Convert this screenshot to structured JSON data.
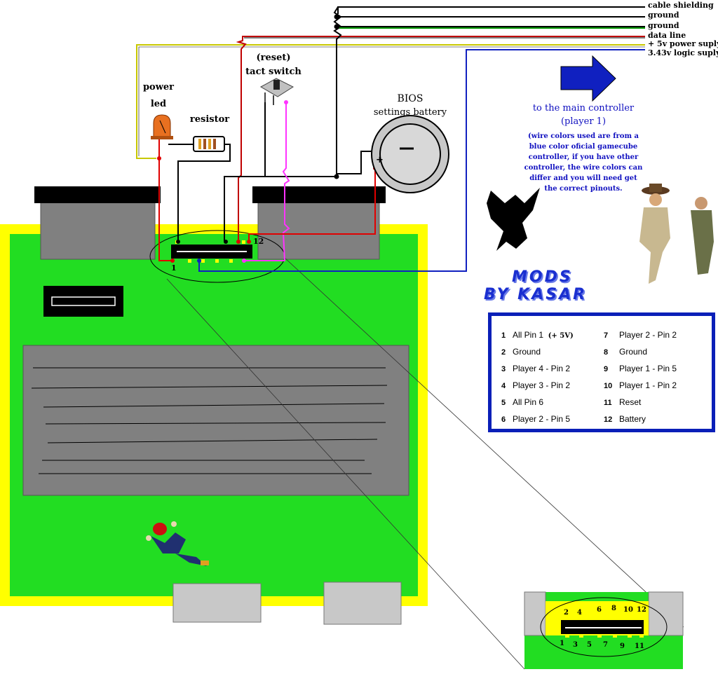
{
  "wires": [
    {
      "label": "cable shielding",
      "color": "#000000"
    },
    {
      "label": "ground",
      "color": "#000000"
    },
    {
      "label": "ground",
      "color": "#009a00"
    },
    {
      "label": "data line",
      "color": "#c00000"
    },
    {
      "label": "+ 5v power suply",
      "color": "#c8c800"
    },
    {
      "label": "3.43v logic suply",
      "color": "#1020c0"
    }
  ],
  "components": {
    "power_led_line1": "power",
    "power_led_line2": "led",
    "resistor": "resistor",
    "reset_line1": "(reset)",
    "reset_line2": "tact switch",
    "battery_line1": "BIOS",
    "battery_line2": "settings battery"
  },
  "connector_marks": {
    "first": "1",
    "last": "12"
  },
  "controller_note": {
    "title_line1": "to the main controller",
    "title_line2": "(player 1)",
    "body": [
      "(wire colors used are from a",
      "blue color oficial gamecube",
      "controller, if you have other",
      "controller, the wire colors can",
      "differ and you will need get",
      "the correct pinouts."
    ]
  },
  "brand": {
    "line1": "MODS",
    "line2": "BY KASAR"
  },
  "pinout_table": {
    "left": [
      {
        "pin": "1",
        "desc": "All Pin 1",
        "extra": "(+ 5V)"
      },
      {
        "pin": "2",
        "desc": "Ground"
      },
      {
        "pin": "3",
        "desc": "Player 4 - Pin 2"
      },
      {
        "pin": "4",
        "desc": "Player 3 - Pin 2"
      },
      {
        "pin": "5",
        "desc": "All Pin 6"
      },
      {
        "pin": "6",
        "desc": "Player 2 - Pin 5"
      }
    ],
    "right": [
      {
        "pin": "7",
        "desc": "Player 2 - Pin 2"
      },
      {
        "pin": "8",
        "desc": "Ground"
      },
      {
        "pin": "9",
        "desc": "Player 1 - Pin 5"
      },
      {
        "pin": "10",
        "desc": "Player 1 - Pin 2"
      },
      {
        "pin": "11",
        "desc": "Reset"
      },
      {
        "pin": "12",
        "desc": "Battery"
      }
    ]
  },
  "zoom_pins": {
    "top": [
      "2",
      "4",
      "6",
      "8",
      "10",
      "12"
    ],
    "bottom": [
      "1",
      "3",
      "5",
      "7",
      "9",
      "11"
    ]
  },
  "colors": {
    "board": "#22dd22",
    "board_border": "#ffff00",
    "chip": "#808080",
    "ribbon_wire": "#ff33ff",
    "accent_blue": "#1020c0"
  }
}
